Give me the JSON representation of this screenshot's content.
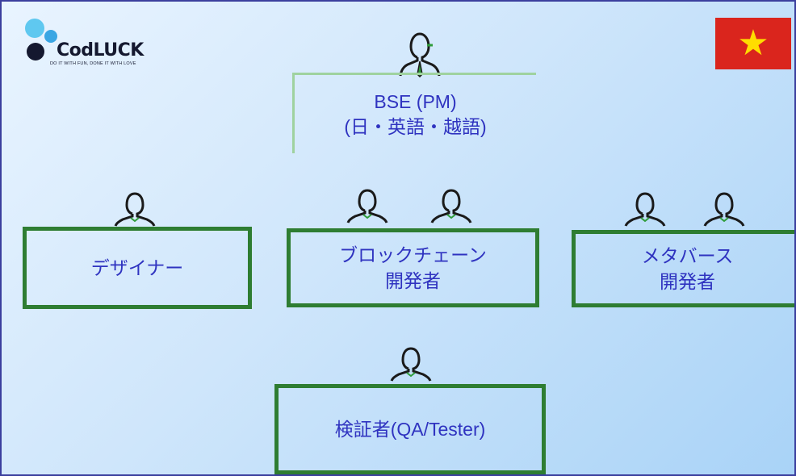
{
  "logo": {
    "name": "CodLUCK",
    "tagline": "DO IT WITH FUN, DONE IT WITH LOVE"
  },
  "flag": {
    "star": "★"
  },
  "colors": {
    "box_border": "#2e7d32",
    "text": "#2f33c0",
    "flag_red": "#da251d",
    "flag_star": "#ffdd00"
  },
  "pm": {
    "line1": "BSE (PM)",
    "line2": "(日・英語・越語)"
  },
  "designer": {
    "label": "デザイナー"
  },
  "blockchain": {
    "line1": "ブロックチェーン",
    "line2": "開発者"
  },
  "metaverse": {
    "line1": "メタバース",
    "line2": "開発者"
  },
  "qa": {
    "label": "検証者(QA/Tester)"
  }
}
